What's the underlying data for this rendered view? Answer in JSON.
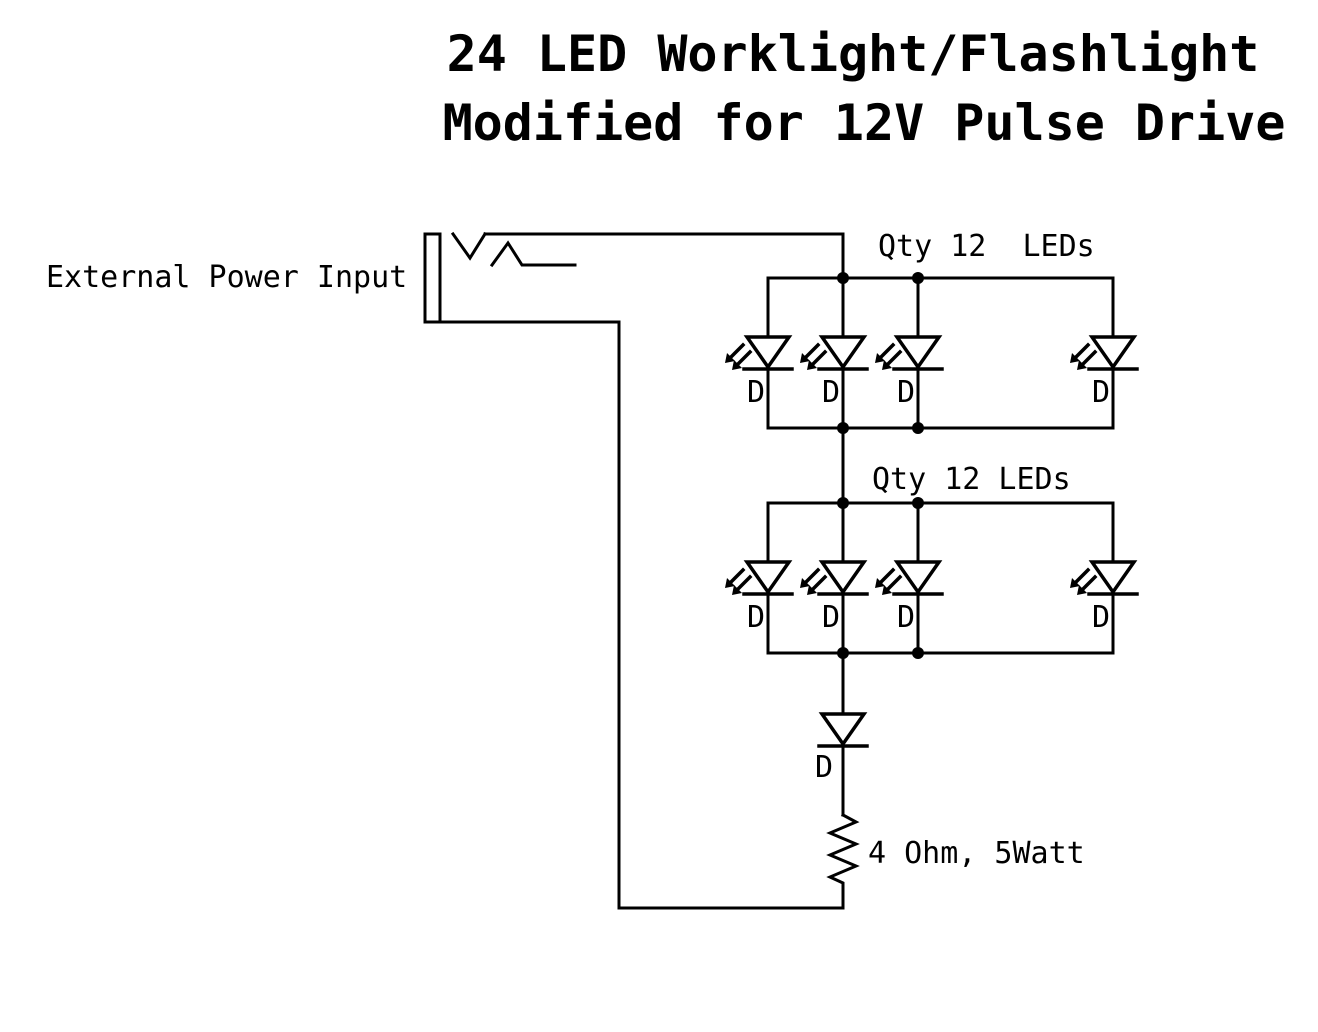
{
  "title": {
    "line1": "24 LED Worklight/Flashlight",
    "line2": "Modified for 12V Pulse Drive"
  },
  "power_input": {
    "label": "External Power Input"
  },
  "banks": [
    {
      "label": "Qty 12  LEDs"
    },
    {
      "label": "Qty 12 LEDs"
    }
  ],
  "components": {
    "led_label": "D",
    "diode_label": "D",
    "resistor_label": "4 Ohm, 5Watt"
  },
  "colors": {
    "ink": "#000000",
    "background": "#ffffff"
  }
}
